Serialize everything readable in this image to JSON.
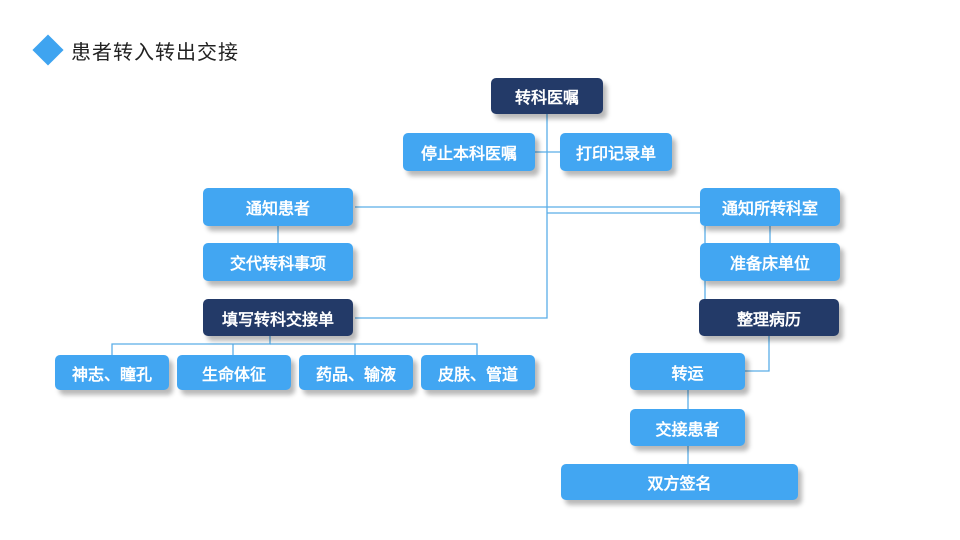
{
  "title": "患者转入转出交接",
  "colors": {
    "accent_light": "#42a6f2",
    "accent_dark": "#233a68",
    "connector": "#5aaee8"
  },
  "nodes": {
    "transfer_order": "转科医嘱",
    "stop_orders": "停止本科医嘱",
    "print_record": "打印记录单",
    "notify_patient": "通知患者",
    "notify_dept": "通知所转科室",
    "explain_matters": "交代转科事项",
    "prepare_bed": "准备床单位",
    "fill_handover": "填写转科交接单",
    "organize_records": "整理病历",
    "consciousness_pupils": "神志、瞳孔",
    "vital_signs": "生命体征",
    "drugs_infusion": "药品、输液",
    "skin_tubes": "皮肤、管道",
    "transport": "转运",
    "handover_patient": "交接患者",
    "both_sign": "双方签名"
  }
}
